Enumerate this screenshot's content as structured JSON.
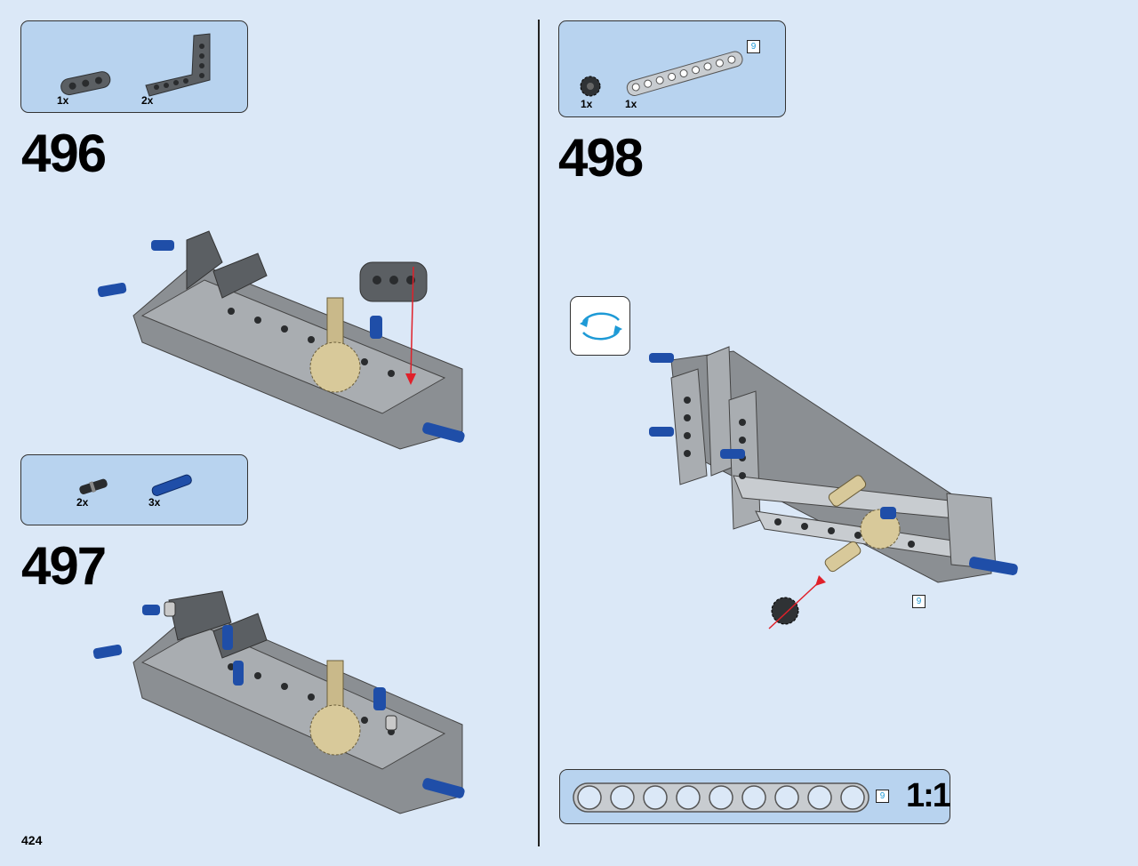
{
  "page": {
    "number": "424"
  },
  "steps": [
    {
      "number": "496",
      "parts": [
        {
          "qty": "1x",
          "icon": "beam-3-dark-gray-icon"
        },
        {
          "qty": "2x",
          "icon": "l-beam-dark-gray-icon"
        }
      ]
    },
    {
      "number": "497",
      "parts": [
        {
          "qty": "2x",
          "icon": "pin-with-friction-black-icon"
        },
        {
          "qty": "3x",
          "icon": "axle-pin-blue-icon"
        }
      ]
    },
    {
      "number": "498",
      "parts": [
        {
          "qty": "1x",
          "icon": "gear-black-icon"
        },
        {
          "qty": "1x",
          "icon": "beam-9-light-gray-icon"
        }
      ],
      "part_length_tag": "9",
      "callout_length_tag": "9"
    }
  ],
  "rotate_icon": "rotate-model-icon",
  "scale_reference": {
    "length_tag": "9",
    "scale": "1:1",
    "holes": 9
  },
  "colors": {
    "background": "#dbe8f7",
    "parts_box": "#b8d3ef",
    "length_tag_text": "#1e9ad6",
    "arrow": "#e0202a"
  }
}
